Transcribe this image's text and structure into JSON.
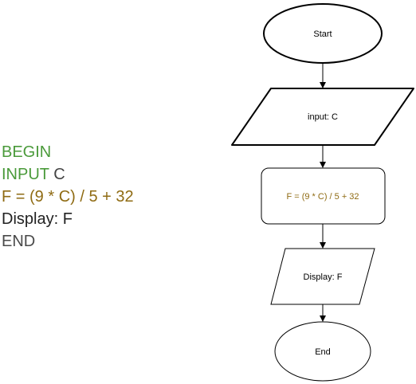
{
  "pseudocode": {
    "line1": "BEGIN",
    "line2_keyword": "INPUT",
    "line2_var": "C",
    "line3": "F = (9 * C) / 5 + 32",
    "line4": "Display: F",
    "line5": "END"
  },
  "flowchart": {
    "start": "Start",
    "input": "input: C",
    "process": "F = (9 * C) / 5 + 32",
    "output": "Display: F",
    "end": "End"
  },
  "colors": {
    "keyword": "#4a9a3a",
    "formula": "#8f6b13",
    "plain": "#222222",
    "end": "#4a4a4a",
    "stroke": "#000000"
  }
}
